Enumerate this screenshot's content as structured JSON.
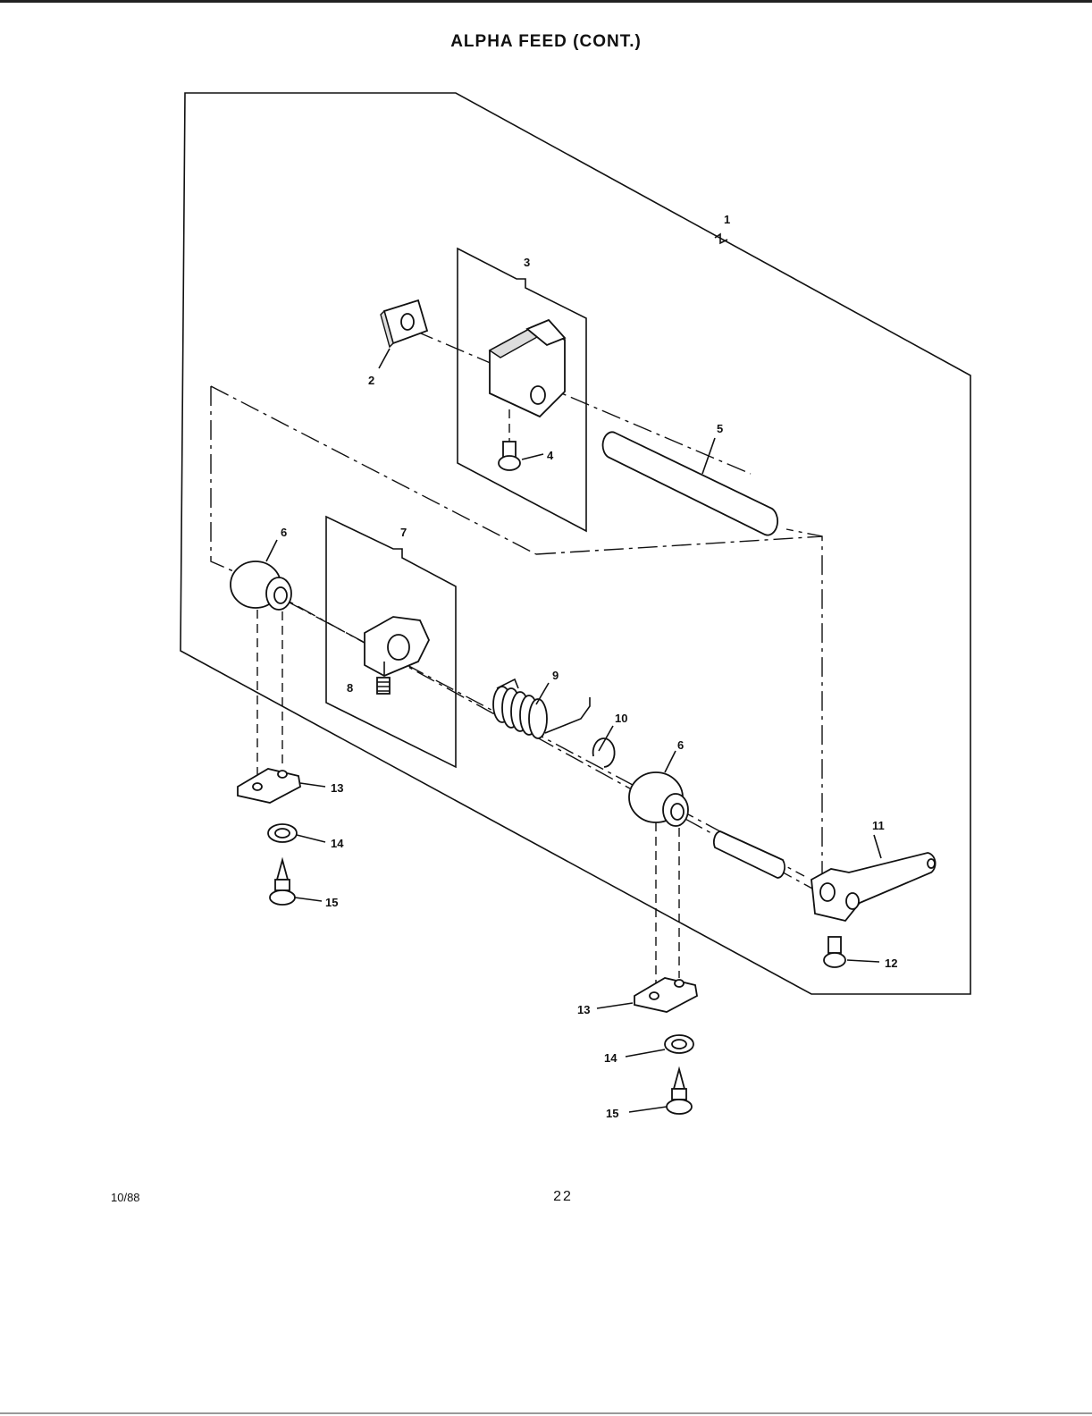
{
  "header": {
    "title": "ALPHA FEED (CONT.)"
  },
  "footer": {
    "date": "10/88",
    "page_number": "22"
  },
  "callouts": [
    {
      "id": "c1",
      "label": "1"
    },
    {
      "id": "c2",
      "label": "2"
    },
    {
      "id": "c3",
      "label": "3"
    },
    {
      "id": "c4",
      "label": "4"
    },
    {
      "id": "c5",
      "label": "5"
    },
    {
      "id": "c6a",
      "label": "6"
    },
    {
      "id": "c6b",
      "label": "6"
    },
    {
      "id": "c7",
      "label": "7"
    },
    {
      "id": "c8",
      "label": "8"
    },
    {
      "id": "c9",
      "label": "9"
    },
    {
      "id": "c10",
      "label": "10"
    },
    {
      "id": "c11",
      "label": "11"
    },
    {
      "id": "c12",
      "label": "12"
    },
    {
      "id": "c13a",
      "label": "13"
    },
    {
      "id": "c13b",
      "label": "13"
    },
    {
      "id": "c14a",
      "label": "14"
    },
    {
      "id": "c14b",
      "label": "14"
    },
    {
      "id": "c15a",
      "label": "15"
    },
    {
      "id": "c15b",
      "label": "15"
    }
  ]
}
